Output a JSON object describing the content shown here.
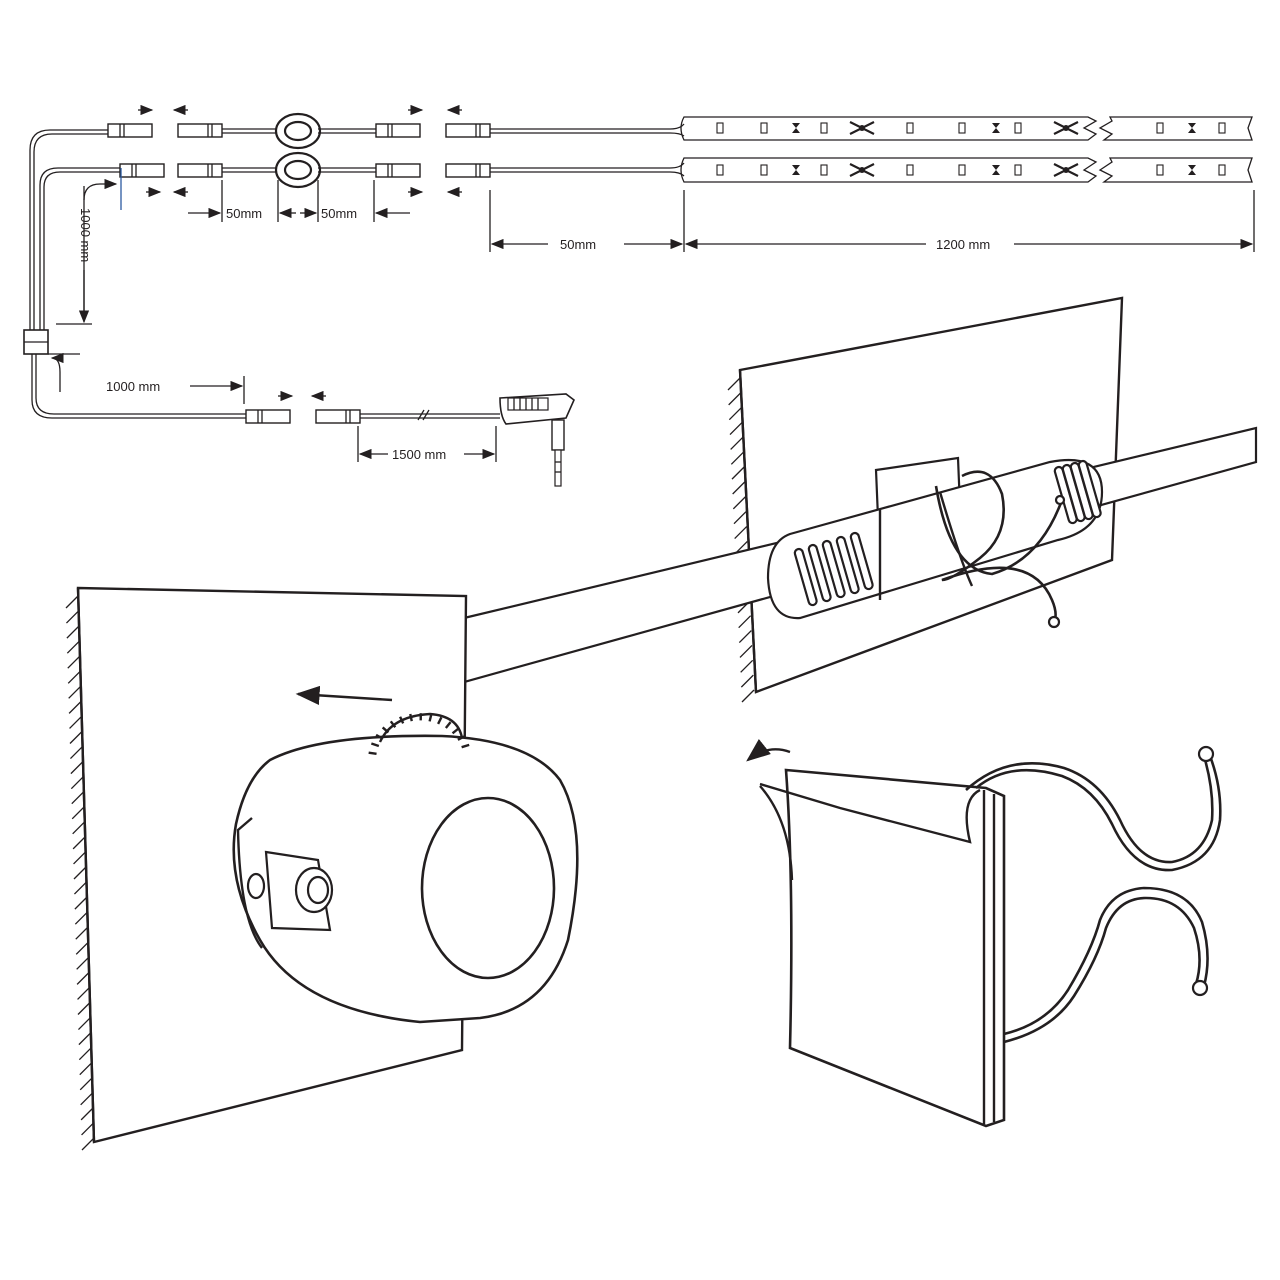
{
  "dimensions": {
    "connector_gap_left": "50mm",
    "connector_gap_right": "50mm",
    "lead_to_strip": "50mm",
    "strip_length": "1200 mm",
    "branch_cable": "1000 mm",
    "main_cable": "1000 mm",
    "adapter_cable": "1500 mm"
  },
  "colors": {
    "line": "#231f20",
    "accent": "#2c5aa0",
    "background": "#ffffff"
  },
  "icons": [
    "arrow-left-icon",
    "arrow-right-icon",
    "curved-arrow-icon",
    "jack-plug-icon"
  ]
}
